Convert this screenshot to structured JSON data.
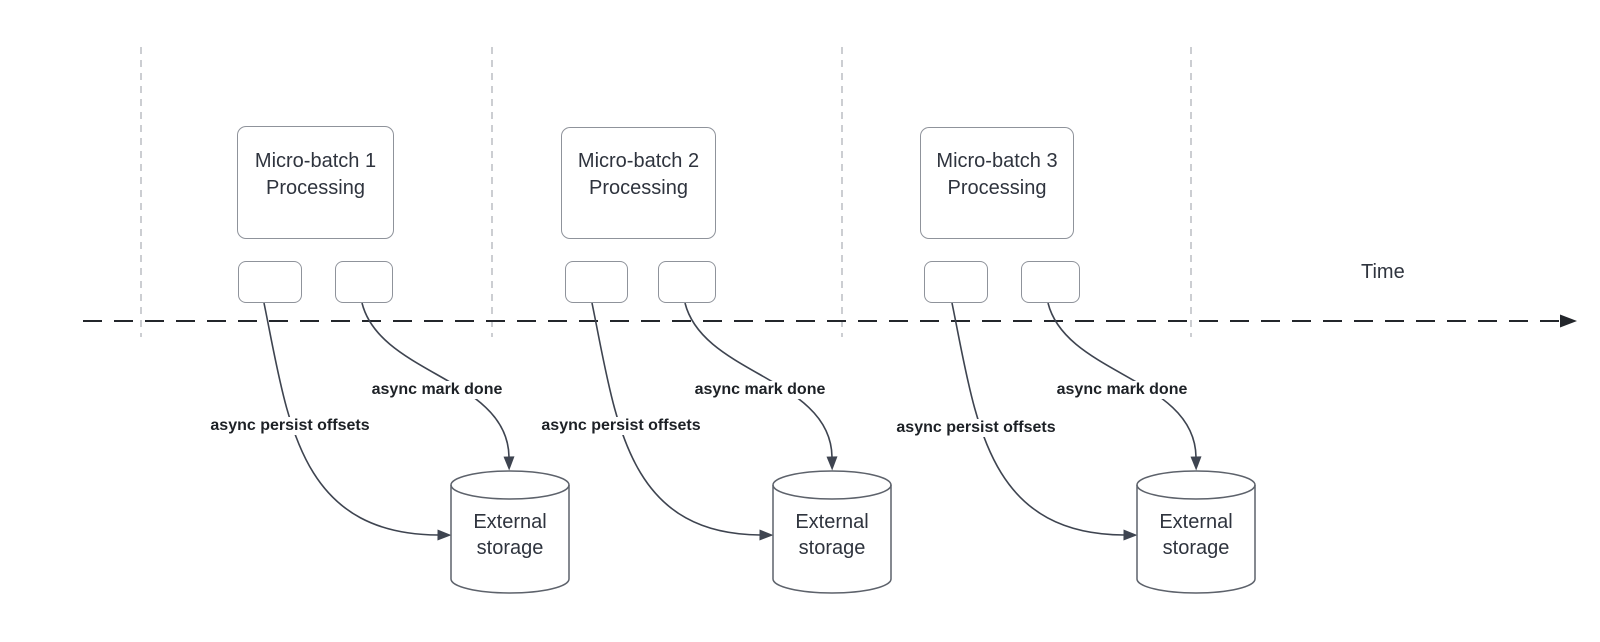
{
  "time_axis": {
    "label": "Time"
  },
  "batches": [
    {
      "name": "Micro-batch 1",
      "stage": "Processing",
      "persist_label": "async persist offsets",
      "done_label": "async mark done",
      "storage_line1": "External",
      "storage_line2": "storage"
    },
    {
      "name": "Micro-batch 2",
      "stage": "Processing",
      "persist_label": "async persist offsets",
      "done_label": "async mark done",
      "storage_line1": "External",
      "storage_line2": "storage"
    },
    {
      "name": "Micro-batch 3",
      "stage": "Processing",
      "persist_label": "async persist offsets",
      "done_label": "async mark done",
      "storage_line1": "External",
      "storage_line2": "storage"
    }
  ],
  "colors": {
    "shape_border": "#8f939b",
    "cylinder_border": "#5d626b",
    "shape_text": "#2f343e",
    "label_text": "#1d2126",
    "connector": "#3e4450",
    "axis": "#23262b",
    "guide": "#b7babf",
    "canvas": "#ffffff"
  }
}
